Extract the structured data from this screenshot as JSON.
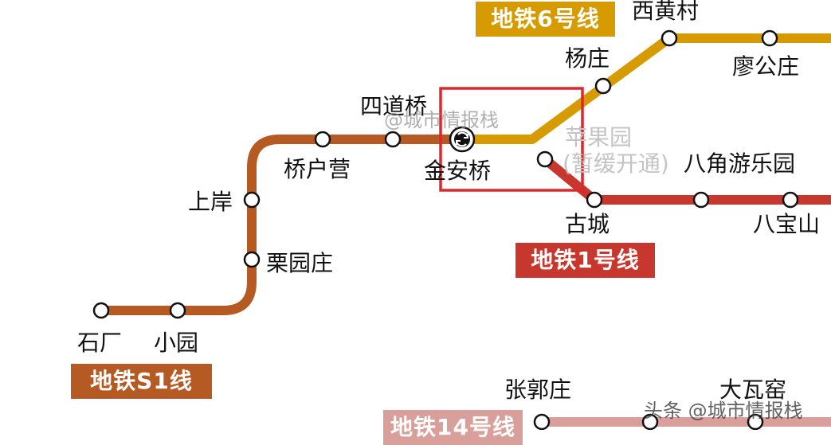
{
  "lines": {
    "line6": {
      "label": "地铁6号线",
      "color": "#d59b00"
    },
    "line1": {
      "label": "地铁1号线",
      "color": "#c8372d"
    },
    "lineS1": {
      "label": "地铁S1线",
      "color": "#b65a24"
    },
    "line14": {
      "label": "地铁14号线",
      "color": "#d9a09b"
    }
  },
  "stations": {
    "shichang": "石厂",
    "xiaoyuan": "小园",
    "liyuanzhuang": "栗园庄",
    "shangan": "上岸",
    "qiaohuying": "桥户营",
    "sidaoqiao": "四道桥",
    "jinanqiao": "金安桥",
    "yangzhuang": "杨庄",
    "xihuangcun": "西黄村",
    "liaogongzhuang": "廖公庄",
    "pingguoyuan": "苹果园",
    "pingguoyuan_note": "(暂缓开通)",
    "gucheng": "古城",
    "bajiao": "八角游乐园",
    "babaoshan": "八宝山",
    "zhangguozhuang": "张郭庄",
    "dawayao": "大瓦窑"
  },
  "watermarks": {
    "center": "@城市情报栈",
    "corner": "头条 @城市情报栈"
  },
  "highlight_color": "#e0262a"
}
